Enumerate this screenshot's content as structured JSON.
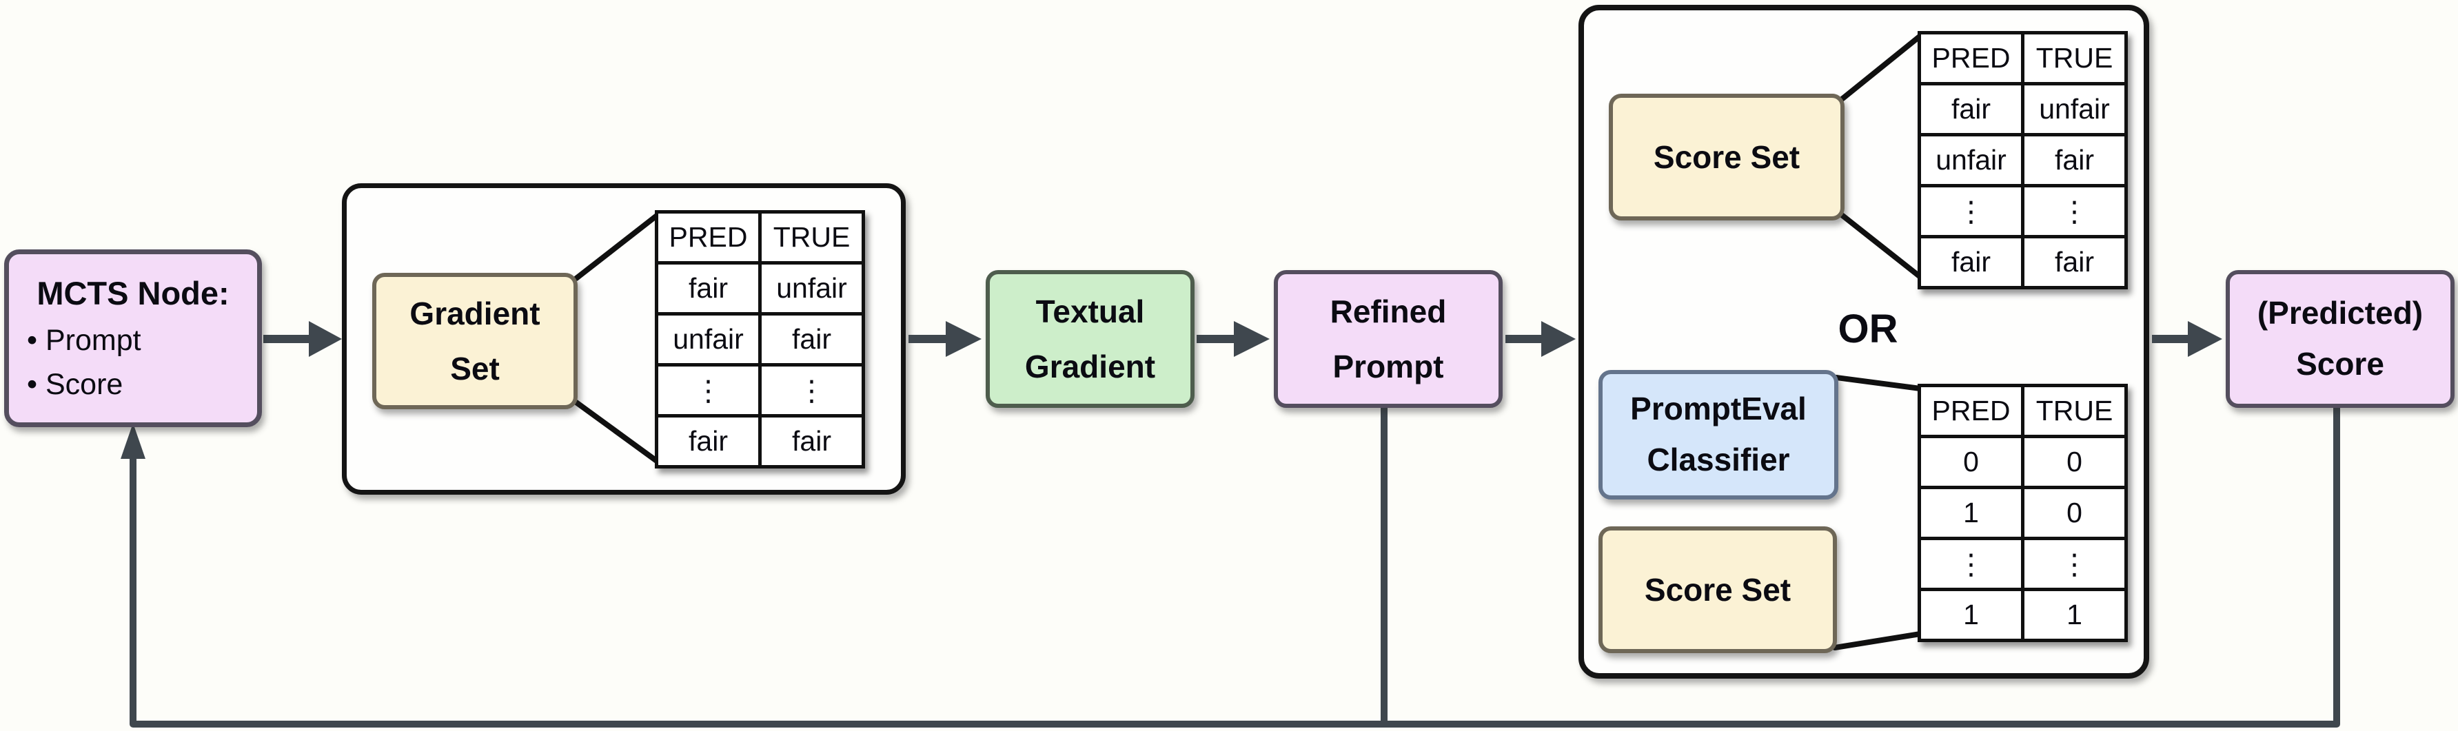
{
  "colors": {
    "canvas-bg": "#fdfdf9",
    "container-bg": "#fefefd",
    "container-border": "#141414",
    "purple-fill": "#f4dcf8",
    "purple-border": "#544e5e",
    "yellow-fill": "#fbf2d5",
    "yellow-border": "#6e6757",
    "green-fill": "#cdeeca",
    "green-border": "#4e5d4d",
    "blue-fill": "#d5e6fa",
    "blue-border": "#64748c",
    "table-border": "#101010",
    "funnel": "#101010",
    "arrow": "#3f474e",
    "text": "#0b0b12"
  },
  "nodes": {
    "mcts": {
      "title": "MCTS Node:",
      "items": [
        "• Prompt",
        "• Score"
      ]
    },
    "gradient_set": {
      "label": "Gradient Set"
    },
    "textual_gradient": {
      "label": "Textual Gradient"
    },
    "refined_prompt": {
      "label": "Refined Prompt"
    },
    "score_set_top": {
      "label": "Score Set"
    },
    "prompteval_classifier": {
      "label": "PromptEval Classifier"
    },
    "score_set_bottom": {
      "label": "Score Set"
    },
    "predicted_score": {
      "label": "(Predicted) Score"
    },
    "or_label": "OR"
  },
  "tables": {
    "gradient": {
      "headers": [
        "PRED",
        "TRUE"
      ],
      "rows": [
        [
          "fair",
          "unfair"
        ],
        [
          "unfair",
          "fair"
        ],
        [
          "⋮",
          "⋮"
        ],
        [
          "fair",
          "fair"
        ]
      ]
    },
    "score_fair": {
      "headers": [
        "PRED",
        "TRUE"
      ],
      "rows": [
        [
          "fair",
          "unfair"
        ],
        [
          "unfair",
          "fair"
        ],
        [
          "⋮",
          "⋮"
        ],
        [
          "fair",
          "fair"
        ]
      ]
    },
    "score_binary": {
      "headers": [
        "PRED",
        "TRUE"
      ],
      "rows": [
        [
          "0",
          "0"
        ],
        [
          "1",
          "0"
        ],
        [
          "⋮",
          "⋮"
        ],
        [
          "1",
          "1"
        ]
      ]
    }
  }
}
